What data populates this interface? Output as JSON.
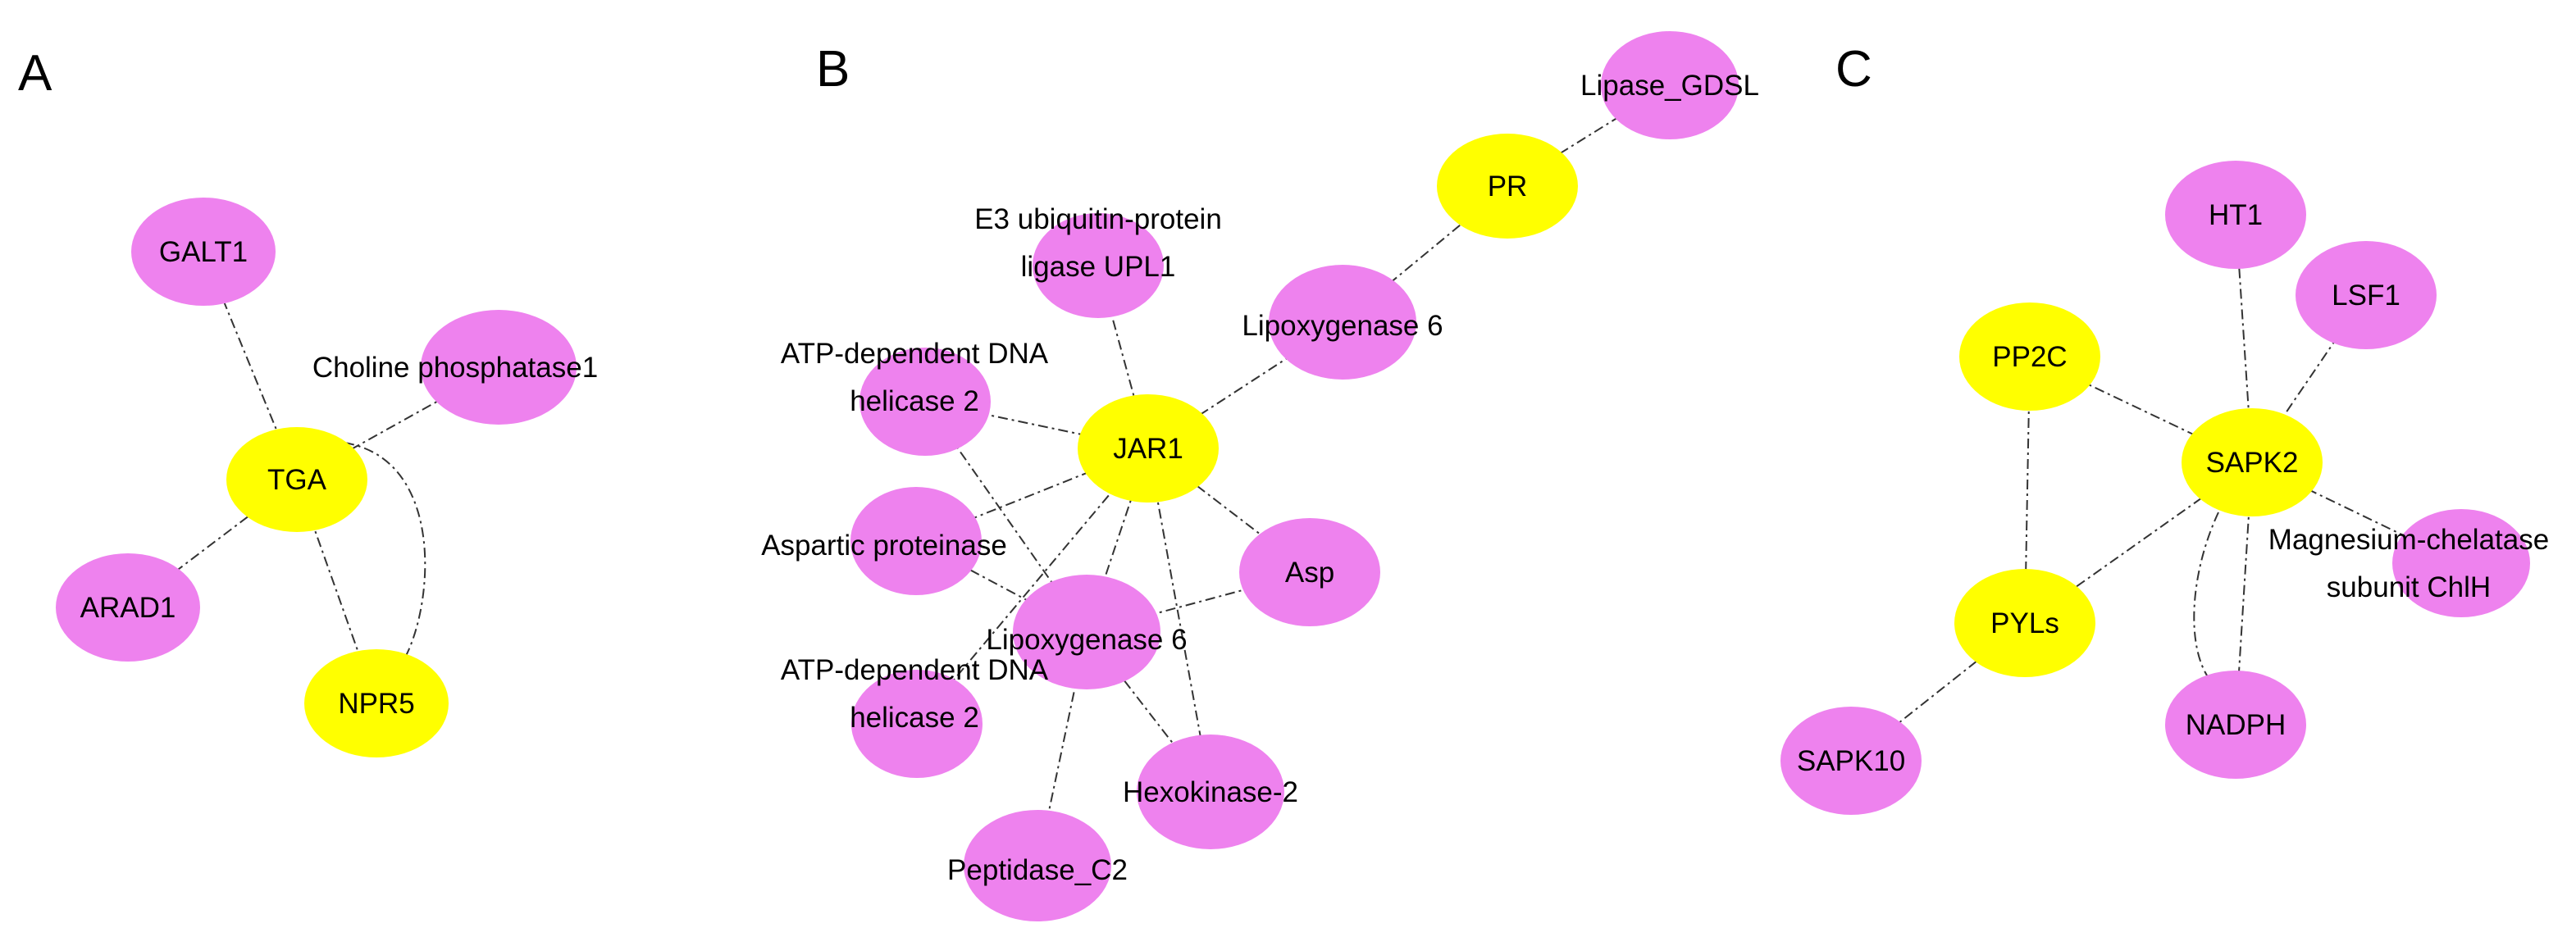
{
  "colors": {
    "hub": "#ffff00",
    "partner": "#ee82ee",
    "edge": "#333333"
  },
  "panels": [
    {
      "id": "A",
      "label": "A",
      "nodes": [
        {
          "id": "A_TGA",
          "lines": [
            "TGA"
          ],
          "type": "hub"
        },
        {
          "id": "A_GALT1",
          "lines": [
            "GALT1"
          ],
          "type": "partner"
        },
        {
          "id": "A_CP1",
          "lines": [
            "Choline phosphatase1"
          ],
          "type": "partner"
        },
        {
          "id": "A_ARAD1",
          "lines": [
            "ARAD1"
          ],
          "type": "partner"
        },
        {
          "id": "A_NPR5",
          "lines": [
            "NPR5"
          ],
          "type": "hub"
        }
      ],
      "edges": [
        {
          "from": "A_TGA",
          "to": "A_GALT1"
        },
        {
          "from": "A_TGA",
          "to": "A_CP1"
        },
        {
          "from": "A_TGA",
          "to": "A_ARAD1"
        },
        {
          "from": "A_TGA",
          "to": "A_NPR5"
        },
        {
          "from": "A_TGA",
          "to": "A_NPR5",
          "curved": true
        }
      ]
    },
    {
      "id": "B",
      "label": "B",
      "nodes": [
        {
          "id": "B_PR",
          "lines": [
            "PR"
          ],
          "type": "hub"
        },
        {
          "id": "B_LGDSL",
          "lines": [
            "Lipase_GDSL"
          ],
          "type": "partner"
        },
        {
          "id": "B_LOX6a",
          "lines": [
            "Lipoxygenase 6"
          ],
          "type": "partner"
        },
        {
          "id": "B_E3",
          "lines": [
            "E3 ubiquitin-protein",
            "ligase UPL1"
          ],
          "type": "partner"
        },
        {
          "id": "B_JAR1",
          "lines": [
            "JAR1"
          ],
          "type": "hub"
        },
        {
          "id": "B_ATP1",
          "lines": [
            "ATP-dependent DNA",
            "helicase 2"
          ],
          "type": "partner"
        },
        {
          "id": "B_AP",
          "lines": [
            "Aspartic proteinase"
          ],
          "type": "partner"
        },
        {
          "id": "B_Asp",
          "lines": [
            "Asp"
          ],
          "type": "partner"
        },
        {
          "id": "B_LOX6b",
          "lines": [
            "Lipoxygenase 6"
          ],
          "type": "partner"
        },
        {
          "id": "B_ATP2",
          "lines": [
            "ATP-dependent DNA",
            "helicase 2"
          ],
          "type": "partner"
        },
        {
          "id": "B_HK2",
          "lines": [
            "Hexokinase-2"
          ],
          "type": "partner"
        },
        {
          "id": "B_PC2",
          "lines": [
            "Peptidase_C2"
          ],
          "type": "partner"
        }
      ],
      "edges": [
        {
          "from": "B_PR",
          "to": "B_LGDSL"
        },
        {
          "from": "B_PR",
          "to": "B_LOX6a"
        },
        {
          "from": "B_JAR1",
          "to": "B_LOX6a"
        },
        {
          "from": "B_JAR1",
          "to": "B_E3"
        },
        {
          "from": "B_JAR1",
          "to": "B_ATP1"
        },
        {
          "from": "B_JAR1",
          "to": "B_AP"
        },
        {
          "from": "B_JAR1",
          "to": "B_Asp"
        },
        {
          "from": "B_JAR1",
          "to": "B_LOX6b"
        },
        {
          "from": "B_JAR1",
          "to": "B_ATP2"
        },
        {
          "from": "B_JAR1",
          "to": "B_HK2"
        },
        {
          "from": "B_ATP1",
          "to": "B_LOX6b"
        },
        {
          "from": "B_AP",
          "to": "B_LOX6b"
        },
        {
          "from": "B_LOX6b",
          "to": "B_Asp"
        },
        {
          "from": "B_LOX6b",
          "to": "B_HK2"
        },
        {
          "from": "B_LOX6b",
          "to": "B_PC2"
        }
      ]
    },
    {
      "id": "C",
      "label": "C",
      "nodes": [
        {
          "id": "C_SAPK2",
          "lines": [
            "SAPK2"
          ],
          "type": "hub"
        },
        {
          "id": "C_HT1",
          "lines": [
            "HT1"
          ],
          "type": "partner"
        },
        {
          "id": "C_LSF1",
          "lines": [
            "LSF1"
          ],
          "type": "partner"
        },
        {
          "id": "C_PP2C",
          "lines": [
            "PP2C"
          ],
          "type": "hub"
        },
        {
          "id": "C_MgCh",
          "lines": [
            "Magnesium-chelatase",
            "subunit ChlH"
          ],
          "type": "partner"
        },
        {
          "id": "C_PYLs",
          "lines": [
            "PYLs"
          ],
          "type": "hub"
        },
        {
          "id": "C_NADPH",
          "lines": [
            "NADPH"
          ],
          "type": "partner"
        },
        {
          "id": "C_SAPK10",
          "lines": [
            "SAPK10"
          ],
          "type": "partner"
        }
      ],
      "edges": [
        {
          "from": "C_SAPK2",
          "to": "C_HT1"
        },
        {
          "from": "C_SAPK2",
          "to": "C_LSF1"
        },
        {
          "from": "C_SAPK2",
          "to": "C_PP2C"
        },
        {
          "from": "C_SAPK2",
          "to": "C_MgCh"
        },
        {
          "from": "C_SAPK2",
          "to": "C_PYLs"
        },
        {
          "from": "C_SAPK2",
          "to": "C_NADPH"
        },
        {
          "from": "C_SAPK2",
          "to": "C_NADPH",
          "curved": true
        },
        {
          "from": "C_PP2C",
          "to": "C_PYLs"
        },
        {
          "from": "C_PYLs",
          "to": "C_SAPK10"
        }
      ]
    }
  ]
}
